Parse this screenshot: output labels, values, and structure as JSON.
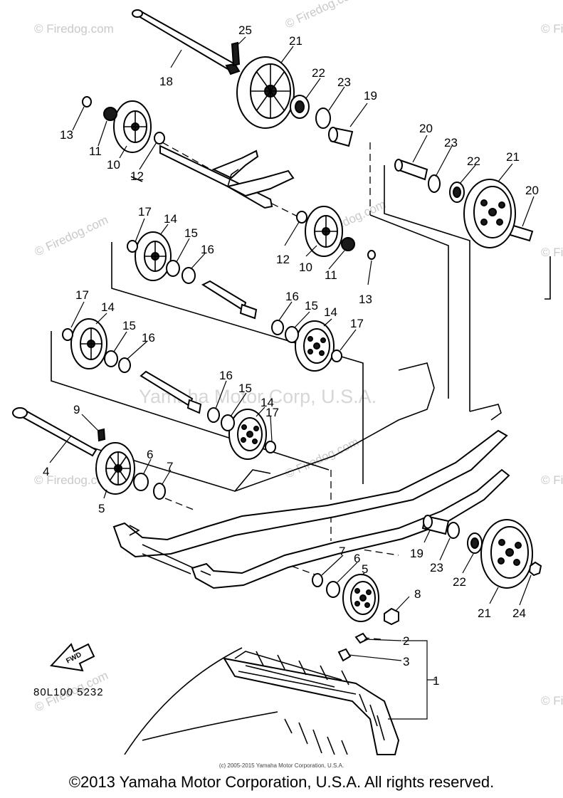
{
  "watermarks": {
    "site": "© Firedog.com",
    "maker": "Yamaha Motor Corp, U.S.A."
  },
  "part_labels": [
    "1",
    "2",
    "3",
    "4",
    "5",
    "6",
    "7",
    "8",
    "9",
    "10",
    "11",
    "12",
    "13",
    "14",
    "15",
    "16",
    "17",
    "18",
    "19",
    "20",
    "21",
    "22",
    "23",
    "24",
    "25"
  ],
  "diagram_code": "80L100 5232",
  "find_arrow_text": "FWD",
  "footer": {
    "small_copyright": "(c) 2005-2015 Yamaha Motor Corporation, U.S.A.",
    "copyright": "©2013 Yamaha Motor Corporation, U.S.A. All rights reserved."
  }
}
